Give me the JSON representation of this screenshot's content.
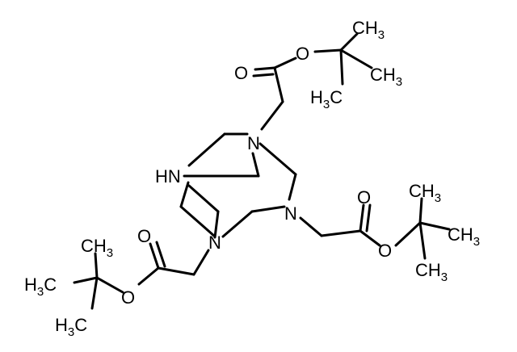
{
  "structure": {
    "atoms": {
      "n_top": "N",
      "n_right": "N",
      "n_bottom": "N",
      "nh": "HN",
      "o_carbonyl_top": "O",
      "o_ester_top": "O",
      "o_carbonyl_right": "O",
      "o_ester_right": "O",
      "o_carbonyl_left": "O",
      "o_ester_left": "O",
      "ch3_top_a": "CH3",
      "ch3_top_b": "CH3",
      "h3c_top_c": "H3C",
      "ch3_right_a": "CH3",
      "ch3_right_b": "CH3",
      "ch3_right_c": "CH3",
      "h3c_left_a": "H3C",
      "ch3_left_b": "CH3",
      "h3c_left_c": "H3C"
    }
  }
}
